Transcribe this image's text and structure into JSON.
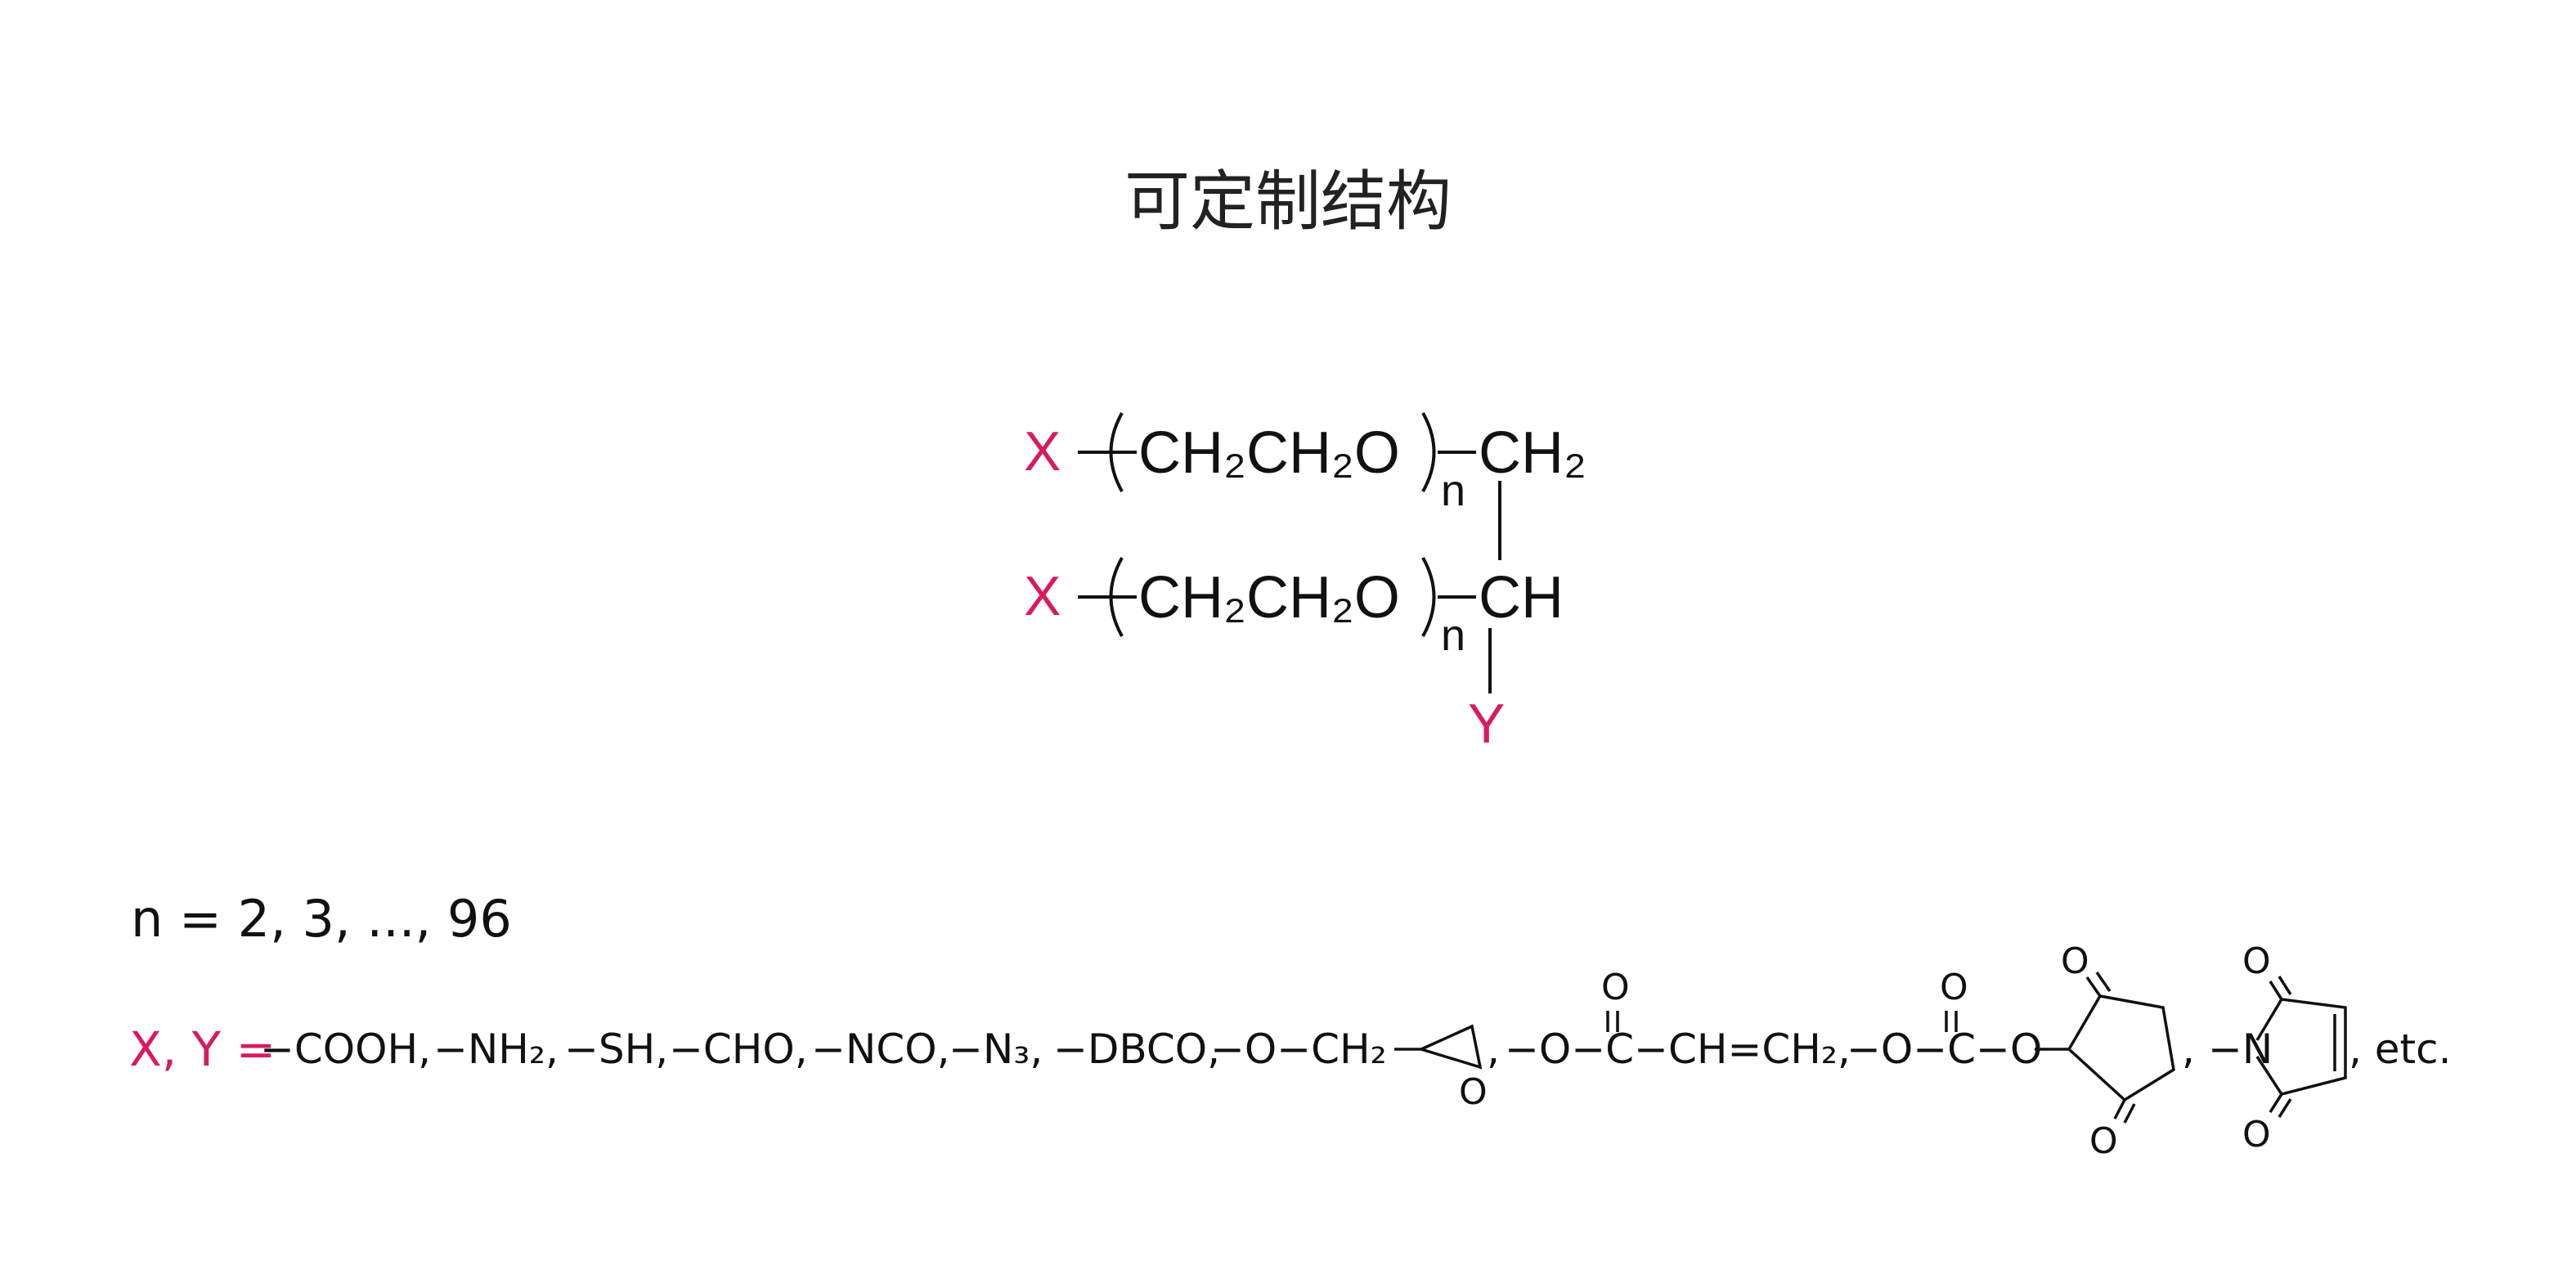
{
  "title": "可定制结构",
  "colors": {
    "accent": "#d81b60",
    "text": "#111111"
  },
  "structure": {
    "row1": {
      "end_group": "X",
      "repeat_unit": "CH₂CH₂O",
      "subscript": "n",
      "linker": "CH₂"
    },
    "row2": {
      "end_group": "X",
      "repeat_unit": "CH₂CH₂O",
      "subscript": "n",
      "linker": "CH"
    },
    "branch": "Y"
  },
  "n_definition": "n = 2, 3, ..., 96",
  "groups": {
    "prefix": "X, Y =",
    "items": [
      "−COOH,",
      "−NH₂,",
      "−SH,",
      "−CHO,",
      "−NCO,",
      "−N₃,",
      "−DBCO,",
      "−O−CH₂"
    ],
    "epoxide_o": "O",
    "acrylate": {
      "chain": "−O−C−CH=CH₂,",
      "carbonyl_o": "O"
    },
    "carbonate": {
      "chain": "−O−C−O",
      "carbonyl_o": "O"
    },
    "ring_oxo_top": "O",
    "ring_oxo_bottom": "O",
    "maleimide_prefix": "−N",
    "maleimide_o_top": "O",
    "maleimide_o_bottom": "O",
    "separator": ",",
    "suffix": ", etc."
  }
}
